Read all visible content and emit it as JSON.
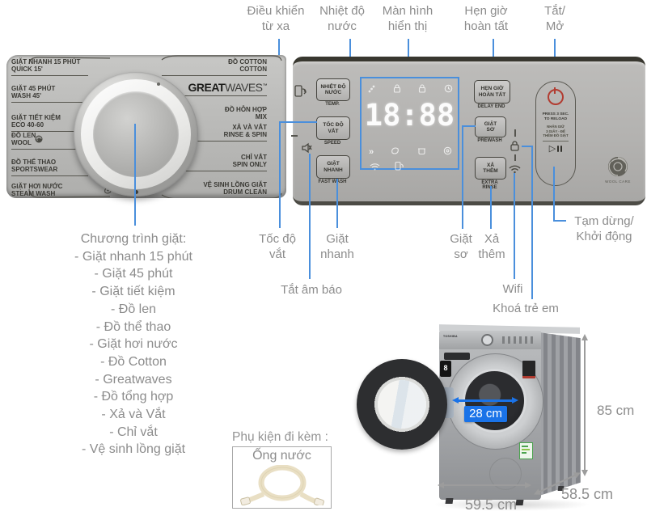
{
  "colors": {
    "callout_blue": "#4a8fdc",
    "badge_blue": "#1a73e8",
    "label_gray": "#8c8c8c",
    "power_red": "#b23c31"
  },
  "icons": {
    "remote": "phone-with-arrow",
    "mute": "speaker-off",
    "child_lock": "padlock",
    "wifi": "wifi-arcs",
    "power": "power-symbol",
    "play_pause": "play-pause",
    "wool_care": "woolmark-swirl",
    "hose": "coiled-water-hose"
  },
  "top_callouts": [
    {
      "l1": "Điều khiển",
      "l2": "từ xa"
    },
    {
      "l1": "Nhiệt độ",
      "l2": "nước"
    },
    {
      "l1": "Màn hình",
      "l2": "hiển thị"
    },
    {
      "l1": "Hẹn giờ",
      "l2": "hoàn tất"
    },
    {
      "l1": "Tắt/",
      "l2": "Mở"
    }
  ],
  "bottom_callouts": {
    "spin_speed": {
      "l1": "Tốc độ",
      "l2": "vắt"
    },
    "fast_wash": {
      "l1": "Giặt",
      "l2": "nhanh"
    },
    "mute": "Tắt âm báo",
    "prewash": {
      "l1": "Giặt",
      "l2": "sơ"
    },
    "extra_rinse": {
      "l1": "Xả",
      "l2": "thêm"
    },
    "wifi": "Wifi",
    "child_lock": "Khoá trẻ em",
    "pause": {
      "l1": "Tạm dừng/",
      "l2": "Khởi động"
    }
  },
  "panel": {
    "programs_left": [
      {
        "vi": "GIẶT NHANH 15 PHÚT",
        "en": "QUICK 15'"
      },
      {
        "vi": "GIẶT 45 PHÚT",
        "en": "WASH 45'"
      },
      {
        "vi": "GIẶT TIẾT KIỆM",
        "en": "ECO 40-60"
      },
      {
        "vi": "ĐỒ LEN",
        "en": "WOOL"
      },
      {
        "vi": "ĐỒ THỂ THAO",
        "en": "SPORTSWEAR"
      },
      {
        "vi": "GIẶT HƠI NƯỚC",
        "en": "STEAM WASH"
      }
    ],
    "programs_right": [
      {
        "vi": "ĐỒ COTTON",
        "en": "COTTON"
      },
      {
        "vi": "ĐỒ HỖN HỢP",
        "en": "MIX"
      },
      {
        "vi": "XẢ VÀ VẮT",
        "en": "RINSE & SPIN"
      },
      {
        "vi": "CHỈ VẮT",
        "en": "SPIN ONLY"
      },
      {
        "vi": "VỆ SINH LỒNG GIẶT",
        "en": "DRUM CLEAN"
      }
    ],
    "brand": {
      "bold": "GREAT",
      "light": "WAVES",
      "tm": "™"
    },
    "buttons": {
      "temp": {
        "l1": "NHIỆT ĐỘ",
        "l2": "NƯỚC",
        "sub": "TEMP."
      },
      "speed": {
        "l1": "TỐC ĐỘ",
        "l2": "VẮT",
        "sub": "SPEED"
      },
      "fast": {
        "l1": "GIẶT",
        "l2": "NHANH",
        "sub": "FAST WASH"
      },
      "delay": {
        "l1": "HẸN GIỜ",
        "l2": "HOÀN TẤT",
        "sub": "DELAY END"
      },
      "prewash": {
        "l1": "GIẶT",
        "l2": "SƠ",
        "sub": "PREWASH"
      },
      "rinse": {
        "l1": "XẢ",
        "l2": "THÊM",
        "sub": "EXTRA RINSE"
      }
    },
    "power": {
      "line1": "PRESS 3 SEC.",
      "line2": "TO RELOAD",
      "line3": "NHẤN GIỮ",
      "line4": "3 GIÂY - ĐỂ",
      "line5": "THÊM ĐỒ GIẶT"
    },
    "display": {
      "value": "18:88"
    },
    "woolcare": "WOOL CARE"
  },
  "program_list": {
    "title": "Chương trình giặt:",
    "items": [
      "- Giặt nhanh 15 phút",
      "- Giặt 45 phút",
      "- Giặt tiết kiệm",
      "- Đồ len",
      "- Đồ thể thao",
      "- Giặt hơi nước",
      "- Đồ Cotton",
      "- Greatwaves",
      "- Đồ tổng hợp",
      "- Xả và Vắt",
      "- Chỉ vắt",
      "- Vệ sinh lồng giặt"
    ]
  },
  "accessory": {
    "title": "Phụ kiện đi kèm :",
    "item": "Ống nước"
  },
  "machine": {
    "brand": "TOSHIBA",
    "capacity": "8",
    "door_width": "28 cm",
    "height": "85 cm",
    "depth": "58.5 cm",
    "width": "59.5 cm"
  }
}
